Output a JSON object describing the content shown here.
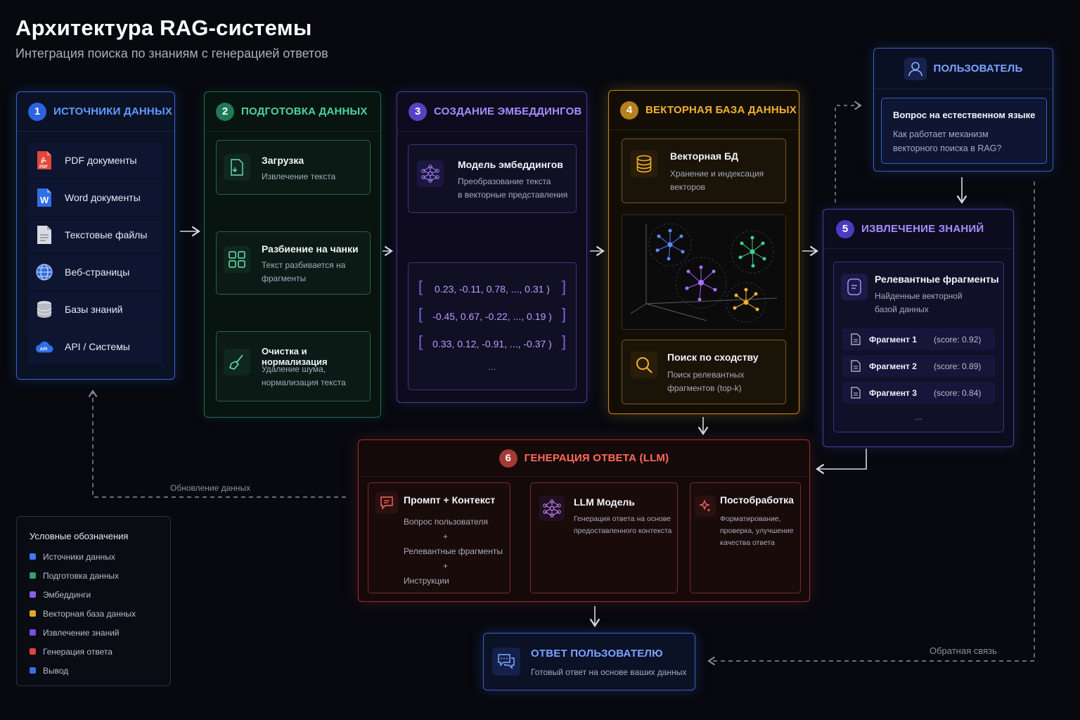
{
  "header": {
    "title": "Архитектура RAG-системы",
    "subtitle": "Интеграция поиска по знаниям с генерацией ответов"
  },
  "colors": {
    "sources": "#3567d6",
    "preparation": "#1f6e55",
    "embeddings": "#4a3d9c",
    "vector_db": "#c98a1c",
    "retrieval": "#4d3fa8",
    "generation": "#9c2f2f",
    "output": "#3a5fc7"
  },
  "sources": {
    "number": "1",
    "title": "ИСТОЧНИКИ ДАННЫХ",
    "items": [
      {
        "label": "PDF документы",
        "icon": "pdf-icon"
      },
      {
        "label": "Word документы",
        "icon": "word-icon"
      },
      {
        "label": "Текстовые файлы",
        "icon": "text-file-icon"
      },
      {
        "label": "Веб-страницы",
        "icon": "globe-icon"
      },
      {
        "label": "Базы знаний",
        "icon": "database-icon"
      },
      {
        "label": "API / Системы",
        "icon": "api-cloud-icon"
      }
    ],
    "pdf_badge": "PDF",
    "word_badge": "W",
    "api_badge": "API"
  },
  "preparation": {
    "number": "2",
    "title": "ПОДГОТОВКА ДАННЫХ",
    "steps": [
      {
        "title": "Загрузка",
        "subtitle_lines": [
          "Извлечение текста"
        ],
        "icon": "document-load-icon"
      },
      {
        "title": "Разбиение на чанки",
        "subtitle_lines": [
          "Текст разбивается на",
          "фрагменты"
        ],
        "icon": "grid-icon"
      },
      {
        "title": "Очистка и нормализация",
        "subtitle_lines": [
          "Удаление шума,",
          "нормализация текста"
        ],
        "icon": "broom-icon"
      }
    ]
  },
  "embeddings": {
    "number": "3",
    "title": "СОЗДАНИЕ ЭМБЕДДИНГОВ",
    "model": {
      "title": "Модель эмбеддингов",
      "subtitle_lines": [
        "Преобразование текста",
        "в векторные представления"
      ],
      "icon": "neural-network-icon"
    },
    "vectors": [
      "0.23, -0.11, 0.78, ...,  0.31 )",
      "-0.45, 0.67, -0.22, ..., 0.19 )",
      "0.33, 0.12, -0.91, ..., -0.37 )"
    ],
    "ellipsis": "..."
  },
  "vector_db": {
    "number": "4",
    "title": "ВЕКТОРНАЯ БАЗА ДАННЫХ",
    "store": {
      "title": "Векторная БД",
      "subtitle_lines": [
        "Хранение и индексация",
        "векторов"
      ],
      "icon": "database-icon"
    },
    "search": {
      "title": "Поиск по сходству",
      "subtitle_lines": [
        "Поиск релевантных",
        "фрагментов (top-k)"
      ],
      "icon": "search-icon"
    }
  },
  "user": {
    "title": "ПОЛЬЗОВАТЕЛЬ",
    "question_title": "Вопрос на естественном языке",
    "question_lines": [
      "Как работает механизм",
      "векторного поиска в RAG?"
    ],
    "icon": "user-icon"
  },
  "retrieval": {
    "number": "5",
    "title": "ИЗВЛЕЧЕНИЕ ЗНАНИЙ",
    "card": {
      "title": "Релевантные фрагменты",
      "subtitle_lines": [
        "Найденные векторной",
        "базой данных"
      ],
      "icon": "document-text-icon"
    },
    "fragments": [
      {
        "name": "Фрагмент 1",
        "score": "(score: 0.92)"
      },
      {
        "name": "Фрагмент 2",
        "score": "(score: 0.89)"
      },
      {
        "name": "Фрагмент 3",
        "score": "(score: 0.84)"
      }
    ],
    "ellipsis": "..."
  },
  "generation": {
    "number": "6",
    "title": "ГЕНЕРАЦИЯ ОТВЕТА (LLM)",
    "prompt": {
      "title": "Промпт + Контекст",
      "lines": [
        "Вопрос пользователя",
        "+",
        "Релевантные фрагменты",
        "+",
        "Инструкции"
      ],
      "icon": "chat-icon"
    },
    "llm": {
      "title": "LLM Модель",
      "lines": [
        "Генерация ответа на основе",
        "предоставленного контекста"
      ],
      "icon": "neural-network-icon"
    },
    "post": {
      "title": "Постобработка",
      "lines": [
        "Форматирование,",
        "проверка, улучшение",
        "качества ответа"
      ],
      "icon": "sparkle-icon"
    }
  },
  "answer": {
    "title": "ОТВЕТ ПОЛЬЗОВАТЕЛЮ",
    "subtitle": "Готовый ответ на основе ваших данных",
    "icon": "chat-bubbles-icon"
  },
  "flows": {
    "update_label": "Обновление данных",
    "feedback_label": "Обратная связь"
  },
  "legend": {
    "title": "Условные обозначения",
    "items": [
      {
        "label": "Источники данных",
        "color": "#3a7bf0"
      },
      {
        "label": "Подготовка данных",
        "color": "#2fa36e"
      },
      {
        "label": "Эмбеддинги",
        "color": "#8a5cf0"
      },
      {
        "label": "Векторная база данных",
        "color": "#e0a72a"
      },
      {
        "label": "Извлечение знаний",
        "color": "#7a4fe0"
      },
      {
        "label": "Генерация ответа",
        "color": "#e0473f"
      },
      {
        "label": "Вывод",
        "color": "#3a6fe8"
      }
    ]
  }
}
